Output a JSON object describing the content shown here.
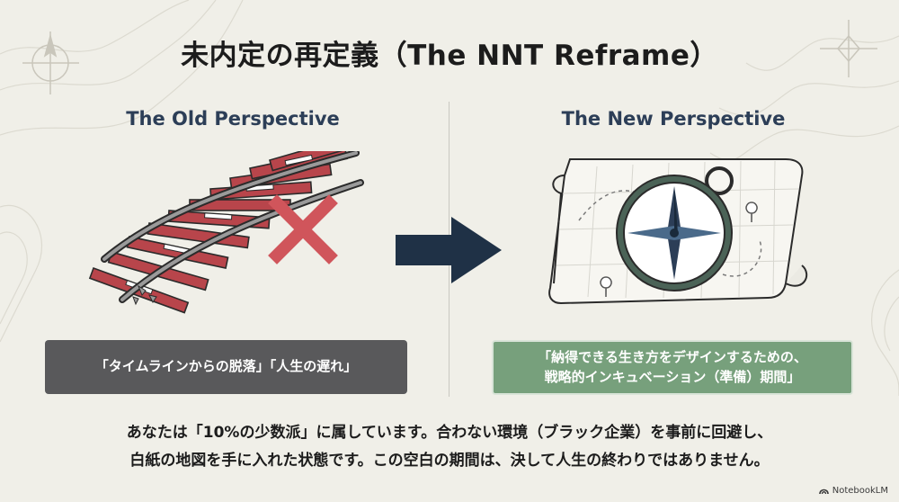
{
  "title": "未内定の再定義（The NNT Reframe）",
  "left": {
    "heading": "The Old Perspective",
    "caption": "「タイムラインからの脱落」「人生の遅れ」"
  },
  "right": {
    "heading": "The New Perspective",
    "caption_line1": "「納得できる生き方をデザインするための、",
    "caption_line2": "戦略的インキュベーション（準備）期間」"
  },
  "footer": {
    "line1": "あなたは「10%の少数派」に属しています。合わない環境（ブラック企業）を事前に回避し、",
    "line2": "白紙の地図を手に入れた状態です。この空白の期間は、決して人生の終わりではありません。"
  },
  "brand": "NotebookLM",
  "colors": {
    "heading": "#2c3e57",
    "arrow": "#1f3146",
    "rail_tie": "#b8454b",
    "cross": "#d0555b",
    "old_caption": "#59595b",
    "new_caption": "#77a07c"
  }
}
